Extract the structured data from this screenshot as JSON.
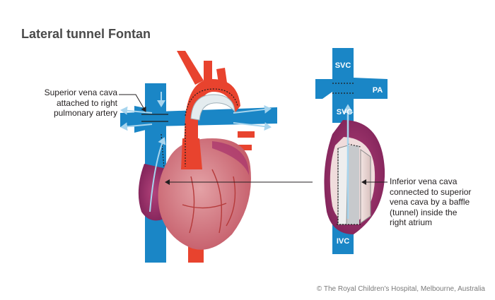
{
  "title": "Lateral tunnel Fontan",
  "annotations": {
    "left_lines": [
      "Superior vena cava",
      "attached to right",
      "pulmonary artery"
    ],
    "right_lines": [
      "Inferior vena cava",
      "connected to superior",
      "vena cava by a baffle",
      "(tunnel) inside the",
      "right atrium"
    ]
  },
  "labels": {
    "svc_top": "SVC",
    "pa": "PA",
    "svc_mid": "SVC",
    "ivc": "IVC"
  },
  "credit": "© The Royal Children's Hospital, Melbourne, Australia",
  "colors": {
    "vein_blue": "#1a86c6",
    "artery_red": "#e8432e",
    "heart": "#d27c85",
    "atrium": "#a9356e",
    "flow_arrow": "#a7d5ee"
  }
}
